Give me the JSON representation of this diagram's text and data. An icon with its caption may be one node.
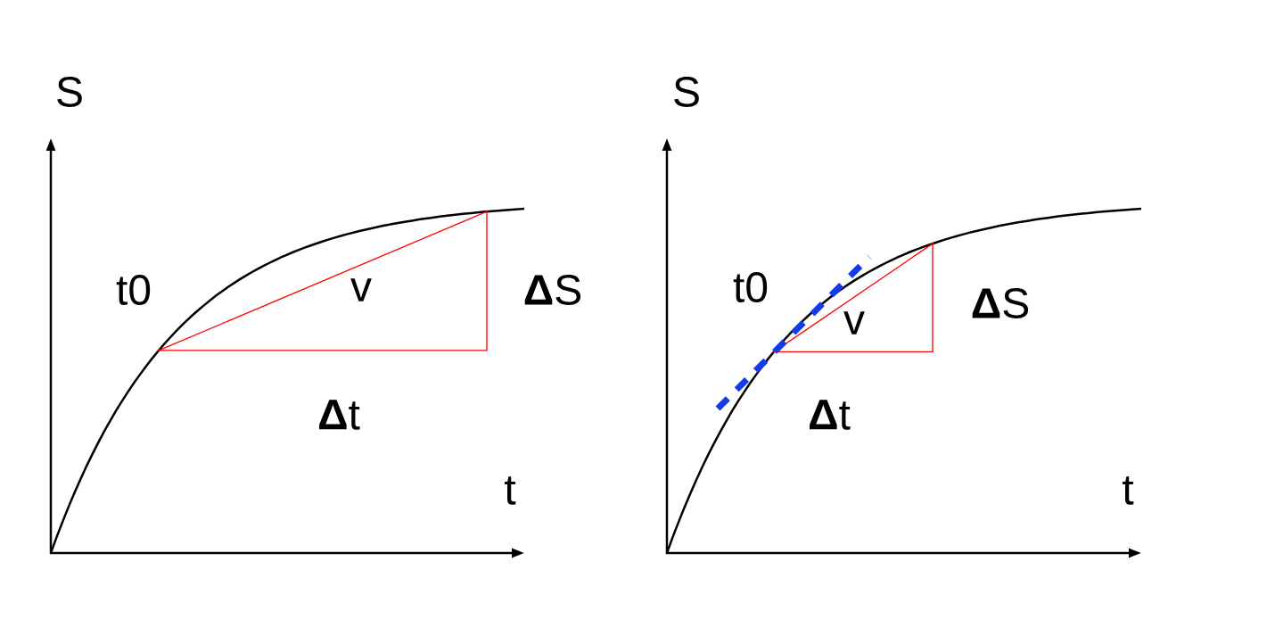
{
  "diagram": {
    "labels": [
      "S",
      "t0",
      "v",
      "**Δ**S",
      "**Δ**t",
      "t",
      "S",
      "t0",
      "v",
      "**Δ**S",
      "**Δ**t",
      "t"
    ]
  }
}
